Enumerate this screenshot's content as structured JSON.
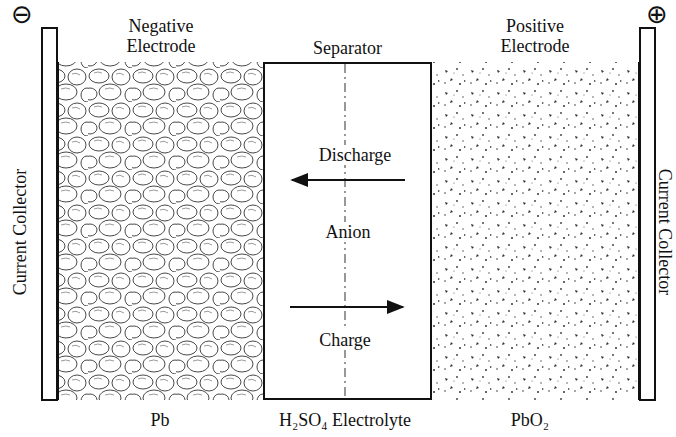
{
  "diagram": {
    "nodes": [
      {
        "text": [
          "Negative Electrode"
        ]
      },
      {
        "text": [
          "Separator"
        ]
      },
      {
        "text": [
          "Positive Electrode"
        ]
      }
    ],
    "labels": [
      "⊖",
      "⊕",
      "Current Collector",
      "Current Collector",
      "Discharge",
      "Anion",
      "Charge",
      "Pb",
      "H₂SO₄ Electrolyte",
      "PbO₂"
    ]
  }
}
